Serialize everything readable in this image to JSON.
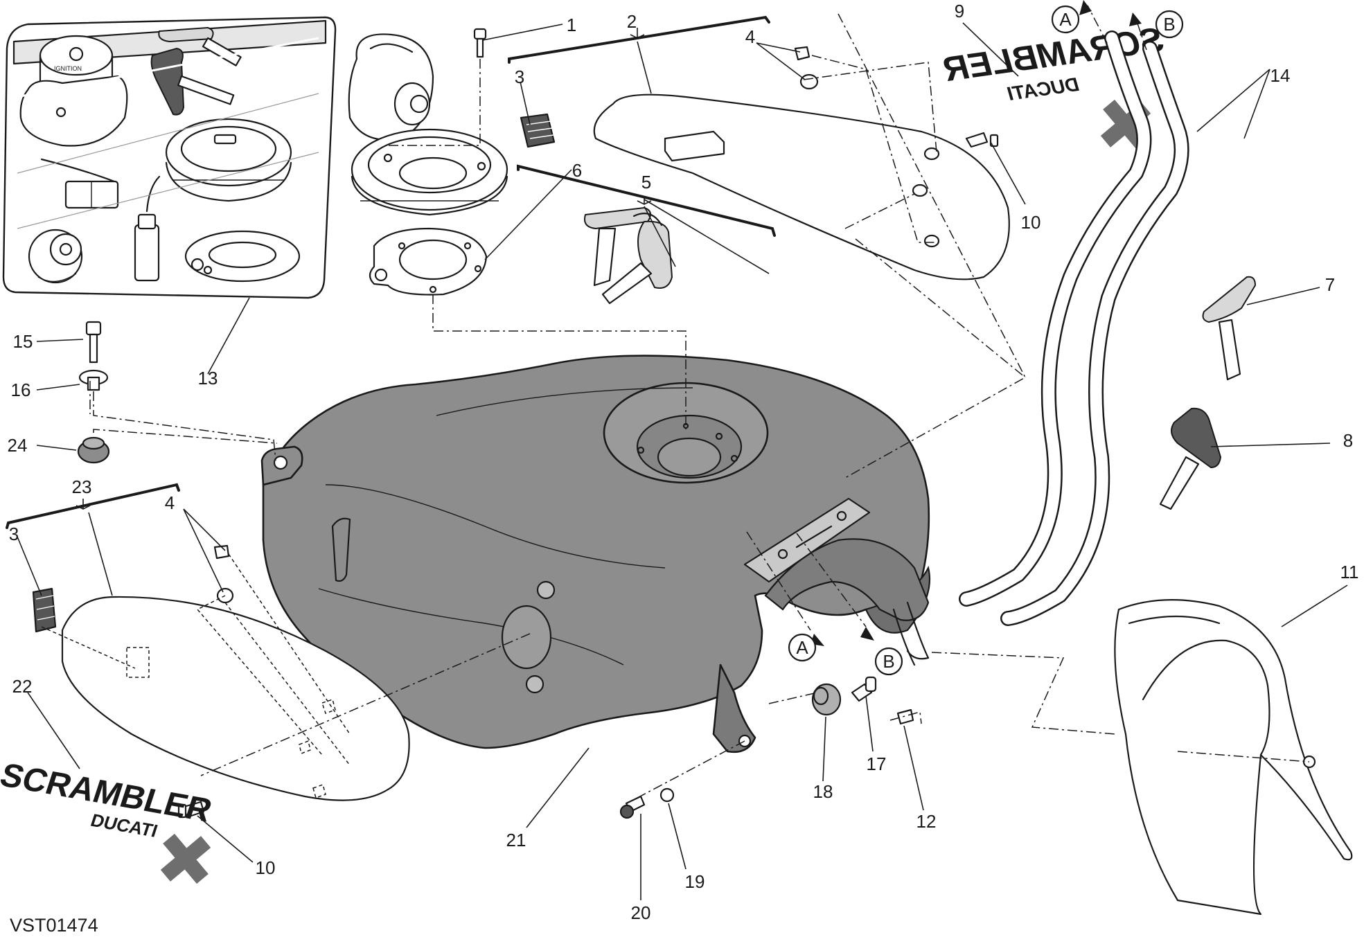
{
  "diagram": {
    "reference_code": "VST01474",
    "callouts": [
      "1",
      "2",
      "3",
      "4",
      "5",
      "6",
      "7",
      "8",
      "9",
      "10",
      "11",
      "12",
      "13",
      "14",
      "15",
      "16",
      "17",
      "18",
      "19",
      "20",
      "21",
      "22",
      "23",
      "24",
      "3",
      "4",
      "10"
    ],
    "flow_markers": [
      "A",
      "B",
      "A",
      "B"
    ],
    "logo_text": {
      "word": "SCRAMBLER",
      "sub": "DUCATI"
    },
    "inset_text": {
      "ignition_label": "IGNITION"
    },
    "colors": {
      "tank_fill": "#8d8d8d",
      "ink": "#1a1a1a",
      "cross": "#6e6e6e"
    }
  }
}
